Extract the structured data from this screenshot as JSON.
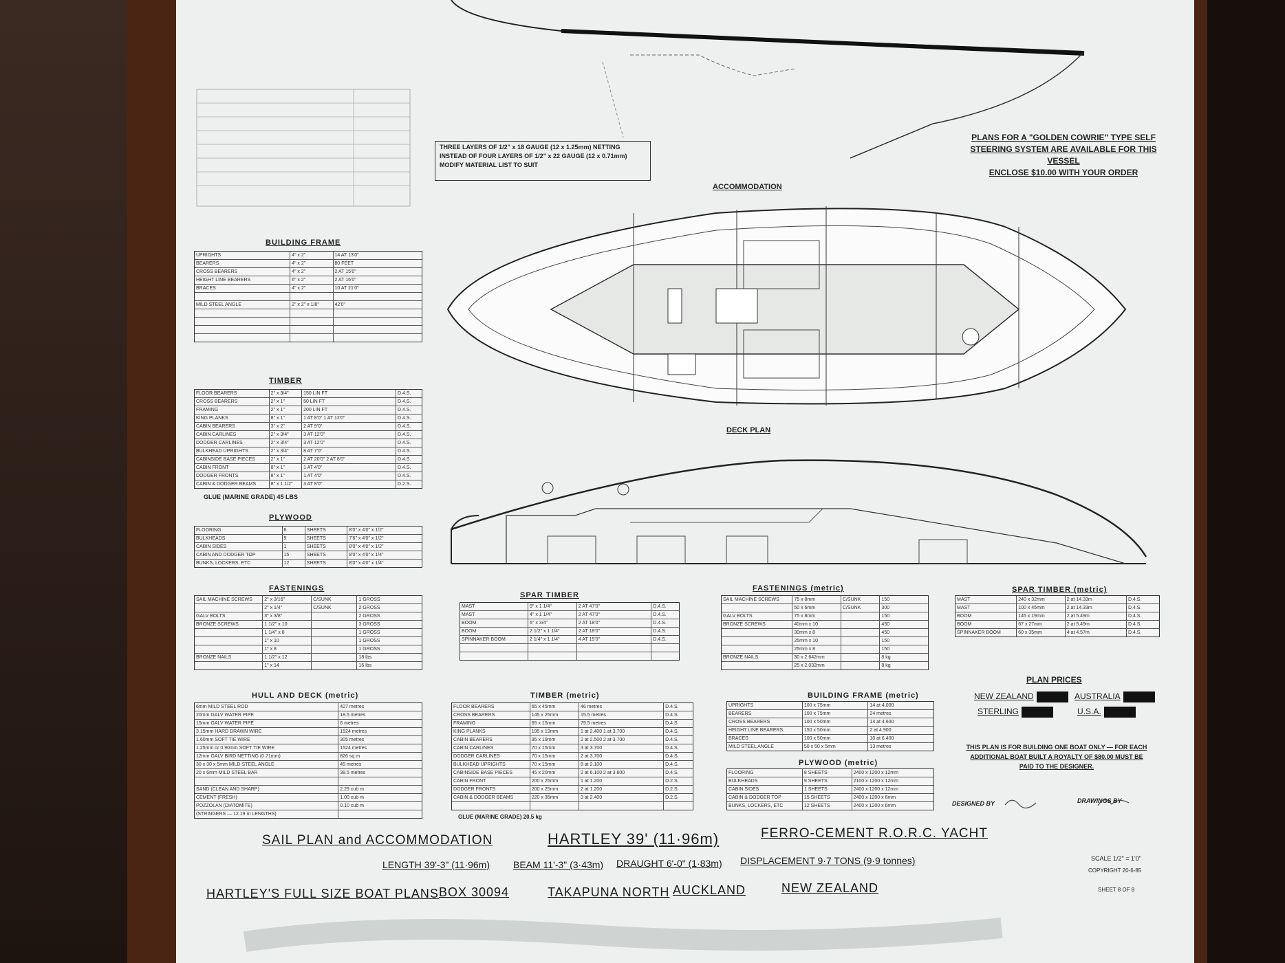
{
  "notice": [
    "PLANS FOR A \"GOLDEN COWRIE\" TYPE SELF",
    "STEERING SYSTEM ARE AVAILABLE FOR THIS",
    "VESSEL",
    "ENCLOSE $10.00 WITH YOUR ORDER"
  ],
  "mesh_note": [
    "THREE LAYERS OF 1/2\" x 18 GAUGE (12 x 1.25mm) NETTING",
    "INSTEAD OF FOUR LAYERS OF 1/2\" x 22 GAUGE (12 x 0.71mm)",
    "MODIFY MATERIAL LIST TO SUIT"
  ],
  "labels": {
    "accommodation": "ACCOMMODATION",
    "deck_plan": "DECK PLAN"
  },
  "building_frame": {
    "title": "BUILDING FRAME",
    "rows": [
      [
        "UPRIGHTS",
        "4\" x 2\"",
        "14 AT 13'0\""
      ],
      [
        "BEARERS",
        "4\" x 2\"",
        "80 FEET"
      ],
      [
        "CROSS BEARERS",
        "4\" x 2\"",
        "2 AT 15'0\""
      ],
      [
        "HEIGHT LINE BEARERS",
        "6\" x 2\"",
        "2 AT 16'0\""
      ],
      [
        "BRACES",
        "4\" x 2\"",
        "10 AT 21'0\""
      ],
      [
        "",
        "",
        ""
      ],
      [
        "MILD STEEL ANGLE",
        "2\" x 2\" x 1/8\"",
        "42'0\""
      ],
      [
        "",
        "",
        ""
      ],
      [
        "",
        "",
        ""
      ],
      [
        "",
        "",
        ""
      ],
      [
        "",
        "",
        ""
      ]
    ]
  },
  "timber": {
    "title": "TIMBER",
    "rows": [
      [
        "FLOOR BEARERS",
        "2\" x 3/4\"",
        "150 LIN FT",
        "D.4.S."
      ],
      [
        "CROSS BEARERS",
        "2\" x 1\"",
        "50 LIN FT",
        "D.4.S."
      ],
      [
        "FRAMING",
        "2\" x 1\"",
        "200 LIN FT",
        "D.4.S."
      ],
      [
        "KING PLANKS",
        "8\" x 1\"",
        "1 AT 8'0\"  1 AT 12'0\"",
        "D.4.S."
      ],
      [
        "CABIN BEARERS",
        "3\" x 2\"",
        "2 AT 9'0\"",
        "D.4.S."
      ],
      [
        "CABIN CARLINES",
        "2\" x 3/4\"",
        "3 AT 12'0\"",
        "D.4.S."
      ],
      [
        "DODGER CARLINES",
        "2\" x 3/4\"",
        "3 AT 12'0\"",
        "D.4.S."
      ],
      [
        "BULKHEAD UPRIGHTS",
        "2\" x 3/4\"",
        "8 AT 7'0\"",
        "D.4.S."
      ],
      [
        "CABINSIDE BASE PIECES",
        "2\" x 1\"",
        "2 AT 20'0\"  2 AT 8'0\"",
        "D.4.S."
      ],
      [
        "CABIN FRONT",
        "8\" x 1\"",
        "1 AT 4'0\"",
        "D.4.S."
      ],
      [
        "DODGER FRONTS",
        "8\" x 1\"",
        "1 AT 4'0\"",
        "D.4.S."
      ],
      [
        "CABIN & DODGER BEAMS",
        "8\" x 1 1/2\"",
        "3 AT 8'0\"",
        "D.2.S."
      ]
    ],
    "glue": "GLUE (MARINE GRADE) 45 LBS"
  },
  "plywood": {
    "title": "PLYWOOD",
    "rows": [
      [
        "FLOORING",
        "8",
        "SHEETS",
        "8'0\" x 4'0\" x 1/2\""
      ],
      [
        "BULKHEADS",
        "9",
        "SHEETS",
        "7'6\" x 4'0\" x 1/2\""
      ],
      [
        "CABIN SIDES",
        "1",
        "SHEETS",
        "8'0\" x 4'0\" x 1/2\""
      ],
      [
        "CABIN AND DODGER TOP",
        "15",
        "SHEETS",
        "8'0\" x 4'0\" x 1/4\""
      ],
      [
        "BUNKS, LOCKERS, ETC",
        "12",
        "SHEETS",
        "8'0\" x 4'0\" x 1/4\""
      ]
    ]
  },
  "fastenings": {
    "title": "FASTENINGS",
    "rows": [
      [
        "SAIL MACHINE SCREWS",
        "2\" x 3/16\"",
        "C/SUNK",
        "1 GROSS"
      ],
      [
        "",
        "2\" x 1/4\"",
        "C/SUNK",
        "2 GROSS"
      ],
      [
        "GALV BOLTS",
        "3\" x 3/8\"",
        "",
        "2 GROSS"
      ],
      [
        "BRONZE SCREWS",
        "1 1/2\" x 10",
        "",
        "3 GROSS"
      ],
      [
        "",
        "1 1/4\" x 8",
        "",
        "1 GROSS"
      ],
      [
        "",
        "1\" x 10",
        "",
        "1 GROSS"
      ],
      [
        "",
        "1\" x 8",
        "",
        "1 GROSS"
      ],
      [
        "BRONZE NAILS",
        "1 1/2\" x 12",
        "",
        "18 lbs"
      ],
      [
        "",
        "1\" x 14",
        "",
        "16 lbs"
      ]
    ]
  },
  "spar_timber": {
    "title": "SPAR TIMBER",
    "rows": [
      [
        "MAST",
        "9\" x 1 1/4\"",
        "2 AT 47'0\"",
        "D.4.S."
      ],
      [
        "MAST",
        "4\" x 1 1/4\"",
        "2 AT 47'0\"",
        "D.4.S."
      ],
      [
        "BOOM",
        "6\" x 3/4\"",
        "2 AT 18'0\"",
        "D.4.S."
      ],
      [
        "BOOM",
        "2 1/2\" x 1 1/4\"",
        "2 AT 18'0\"",
        "D.4.S."
      ],
      [
        "SPINNAKER BOOM",
        "2 1/4\" x 1 1/4\"",
        "4 AT 15'0\"",
        "D.4.S."
      ],
      [
        "",
        "",
        "",
        ""
      ],
      [
        "",
        "",
        "",
        ""
      ]
    ]
  },
  "fastenings_metric": {
    "title": "FASTENINGS (metric)",
    "rows": [
      [
        "SAIL MACHINE SCREWS",
        "75 x 8mm",
        "C/SUNK",
        "150"
      ],
      [
        "",
        "50 x 6mm",
        "C/SUNK",
        "300"
      ],
      [
        "GALV BOLTS",
        "75 x 8mm",
        "",
        "150"
      ],
      [
        "BRONZE SCREWS",
        "40mm x 10",
        "",
        "450"
      ],
      [
        "",
        "30mm x 8",
        "",
        "450"
      ],
      [
        "",
        "25mm x 10",
        "",
        "150"
      ],
      [
        "",
        "25mm x 8",
        "",
        "150"
      ],
      [
        "BRONZE NAILS",
        "30 x 2.642mm",
        "",
        "8 kg"
      ],
      [
        "",
        "25 x 2.032mm",
        "",
        "8 kg"
      ]
    ]
  },
  "spar_timber_metric": {
    "title": "SPAR TIMBER (metric)",
    "rows": [
      [
        "MAST",
        "240 x 32mm",
        "2 at 14.33m",
        "D.4.S."
      ],
      [
        "MAST",
        "100 x 45mm",
        "2 at 14.33m",
        "D.4.S."
      ],
      [
        "BOOM",
        "145 x 19mm",
        "2 at 5.49m",
        "D.4.S."
      ],
      [
        "BOOM",
        "67 x 27mm",
        "2 at 5.49m",
        "D.4.S."
      ],
      [
        "SPINNAKER BOOM",
        "60 x 35mm",
        "4 at 4.57m",
        "D.4.S."
      ]
    ]
  },
  "hull_deck_metric": {
    "title": "HULL AND DECK (metric)",
    "rows": [
      [
        "6mm MILD STEEL ROD",
        "427 metres"
      ],
      [
        "20mm GALV WATER PIPE",
        "18.5 metres"
      ],
      [
        "15mm GALV WATER PIPE",
        "6 metres"
      ],
      [
        "3.15mm HARD DRAWN WIRE",
        "1524 metres"
      ],
      [
        "1.60mm SOFT TIE WIRE",
        "305 metres"
      ],
      [
        "1.25mm or 0.90mm SOFT TIE WIRE",
        "1524 metres"
      ],
      [
        "12mm GALV BIRD NETTING (0.71mm)",
        "826 sq m"
      ],
      [
        "30 x 30 x 5mm MILD STEEL ANGLE",
        "45 metres"
      ],
      [
        "20 x 6mm MILD STEEL BAR",
        "38.5 metres"
      ],
      [
        "",
        ""
      ],
      [
        "SAND (CLEAN AND SHARP)",
        "2.29 cub m"
      ],
      [
        "CEMENT (FRESH)",
        "1.00 cub m"
      ],
      [
        "POZZOLAN (DIATOMITE)",
        "0.10 cub m"
      ],
      [
        "(STRINGERS — 12.19 m LENGTHS)",
        ""
      ]
    ]
  },
  "timber_metric": {
    "title": "TIMBER (metric)",
    "rows": [
      [
        "FLOOR BEARERS",
        "65 x 45mm",
        "46 metres",
        "D.4.S."
      ],
      [
        "CROSS BEARERS",
        "145 x 25mm",
        "15.5 metres",
        "D.4.S."
      ],
      [
        "FRAMING",
        "65 x 15mm",
        "79.5 metres",
        "D.4.S."
      ],
      [
        "KING PLANKS",
        "195 x 19mm",
        "1 at 2.400  1 at 3.700",
        "D.4.S."
      ],
      [
        "CABIN BEARERS",
        "95 x 19mm",
        "2 at 2.500  2 at 3.700",
        "D.4.S."
      ],
      [
        "CABIN CARLINES",
        "70 x 15mm",
        "3 at 3.700",
        "D.4.S."
      ],
      [
        "DODGER CARLINES",
        "70 x 15mm",
        "2 at 3.700",
        "D.4.S."
      ],
      [
        "BULKHEAD UPRIGHTS",
        "70 x 15mm",
        "8 at 2.100",
        "D.4.S."
      ],
      [
        "CABINSIDE BASE PIECES",
        "45 x 20mm",
        "2 at 6.100  2 at 3.600",
        "D.4.S."
      ],
      [
        "CABIN FRONT",
        "200 x 25mm",
        "1 at 1.200",
        "D.2.S."
      ],
      [
        "DODGER FRONTS",
        "200 x 25mm",
        "2 at 1.200",
        "D.2.S."
      ],
      [
        "CABIN & DODGER BEAMS",
        "220 x 35mm",
        "3 at 2.400",
        "D.2.S."
      ],
      [
        "",
        "",
        "",
        ""
      ]
    ],
    "glue": "GLUE (MARINE GRADE) 20.5 kg"
  },
  "building_frame_metric": {
    "title": "BUILDING FRAME (metric)",
    "rows": [
      [
        "UPRIGHTS",
        "100 x 75mm",
        "14 at 4.000"
      ],
      [
        "BEARERS",
        "100 x 75mm",
        "24 metres"
      ],
      [
        "CROSS BEARERS",
        "100 x 50mm",
        "14 at 4.600"
      ],
      [
        "HEIGHT LINE BEARERS",
        "150 x 50mm",
        "2 at 4.900"
      ],
      [
        "BRACES",
        "100 x 50mm",
        "10 at 6.400"
      ],
      [
        "MILD STEEL ANGLE",
        "50 x 50 x 5mm",
        "13 metres"
      ]
    ]
  },
  "plywood_metric": {
    "title": "PLYWOOD (metric)",
    "rows": [
      [
        "FLOORING",
        "8 SHEETS",
        "2400 x 1200 x 12mm"
      ],
      [
        "BULKHEADS",
        "9 SHEETS",
        "2100 x 1200 x 12mm"
      ],
      [
        "CABIN SIDES",
        "1 SHEETS",
        "2400 x 1200 x 12mm"
      ],
      [
        "CABIN & DODGER TOP",
        "15 SHEETS",
        "2400 x 1200 x 6mm"
      ],
      [
        "BUNKS, LOCKERS, ETC",
        "12 SHEETS",
        "2400 x 1200 x 6mm"
      ]
    ]
  },
  "prices": {
    "title": "PLAN PRICES",
    "new_zealand": "NEW ZEALAND",
    "australia": "AUSTRALIA",
    "sterling": "STERLING",
    "usa": "U.S.A.",
    "royalty": [
      "THIS PLAN IS FOR BUILDING ONE BOAT ONLY — FOR EACH",
      "ADDITIONAL BOAT BUILT A ROYALTY OF $80.00 MUST BE",
      "PAID TO THE DESIGNER."
    ]
  },
  "signoff": {
    "designed_by": "DESIGNED BY",
    "drawings_by": "DRAWINGS BY"
  },
  "title_block": {
    "sail_plan": "SAIL PLAN and ACCOMMODATION",
    "model": "HARTLEY 39' (11·96m)",
    "type": "FERRO-CEMENT R.O.R.C. YACHT",
    "length": "LENGTH 39'-3\" (11·96m)",
    "beam": "BEAM 11'-3\" (3·43m)",
    "draught": "DRAUGHT 6'-0\" (1·83m)",
    "displacement": "DISPLACEMENT 9·7 TONS (9·9 tonnes)",
    "company": "HARTLEY'S FULL SIZE BOAT PLANS",
    "box": "BOX 30094",
    "suburb": "TAKAPUNA NORTH",
    "city": "AUCKLAND",
    "country": "NEW ZEALAND",
    "scale": "SCALE 1/2\" = 1'0\"",
    "copyright": "COPYRIGHT 20-6-85",
    "sheet": "SHEET 8 OF 8"
  }
}
